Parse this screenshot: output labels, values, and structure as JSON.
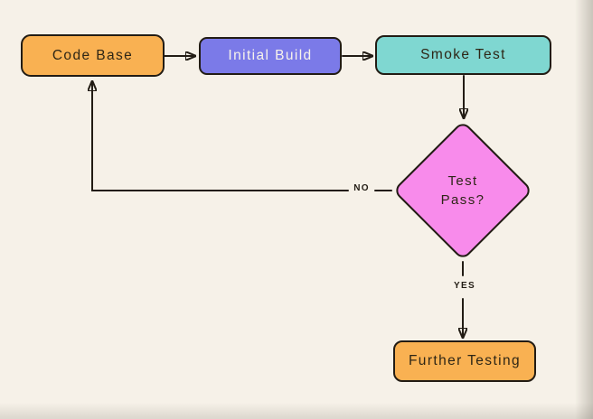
{
  "canvas": {
    "background_color": "#F6F1E8",
    "line_color": "#221C14",
    "text_color": "#2E2616"
  },
  "nodes": [
    {
      "id": "code-base",
      "label": "Code Base",
      "shape": "rect",
      "fill": "#F9B152",
      "text_color": "#2E2616"
    },
    {
      "id": "initial-build",
      "label": "Initial Build",
      "shape": "rect",
      "fill": "#7B7AE8",
      "text_color": "#F8F4EB"
    },
    {
      "id": "smoke-test",
      "label": "Smoke Test",
      "shape": "rect",
      "fill": "#7FD7D1",
      "text_color": "#2E2616"
    },
    {
      "id": "test-pass",
      "label": "Test Pass?",
      "shape": "diamond",
      "fill": "#F88BEB",
      "text_color": "#2E2616"
    },
    {
      "id": "further-testing",
      "label": "Further Testing",
      "shape": "rect",
      "fill": "#F9B152",
      "text_color": "#2E2616"
    }
  ],
  "edges": [
    {
      "from": "code-base",
      "to": "initial-build",
      "label": ""
    },
    {
      "from": "initial-build",
      "to": "smoke-test",
      "label": ""
    },
    {
      "from": "smoke-test",
      "to": "test-pass",
      "label": ""
    },
    {
      "from": "test-pass",
      "to": "code-base",
      "label": "NO"
    },
    {
      "from": "test-pass",
      "to": "further-testing",
      "label": "YES"
    }
  ]
}
